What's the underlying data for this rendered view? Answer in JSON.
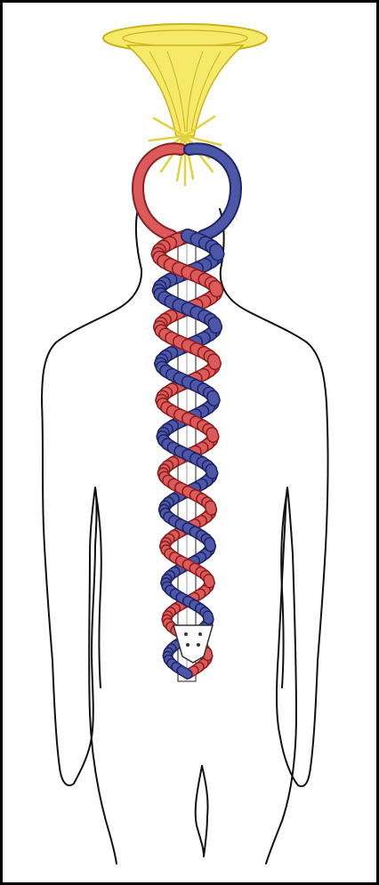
{
  "colors": {
    "frame": "#000000",
    "background": "#ffffff",
    "outline": "#111111",
    "red_channel": "#dd5a5a",
    "red_edge": "#8a1f1f",
    "blue_channel": "#4d57a8",
    "blue_edge": "#1f2466",
    "crown_fill": "#f6e96a",
    "crown_stroke": "#c9b21a",
    "spine": "#ffffff",
    "spine_edge": "#444444"
  },
  "figure": {
    "subject": "human-back-outline",
    "elements": [
      "body-outline",
      "crown-funnel",
      "head-loop",
      "spinal-column",
      "red-helix",
      "blue-helix",
      "sacrum"
    ]
  }
}
